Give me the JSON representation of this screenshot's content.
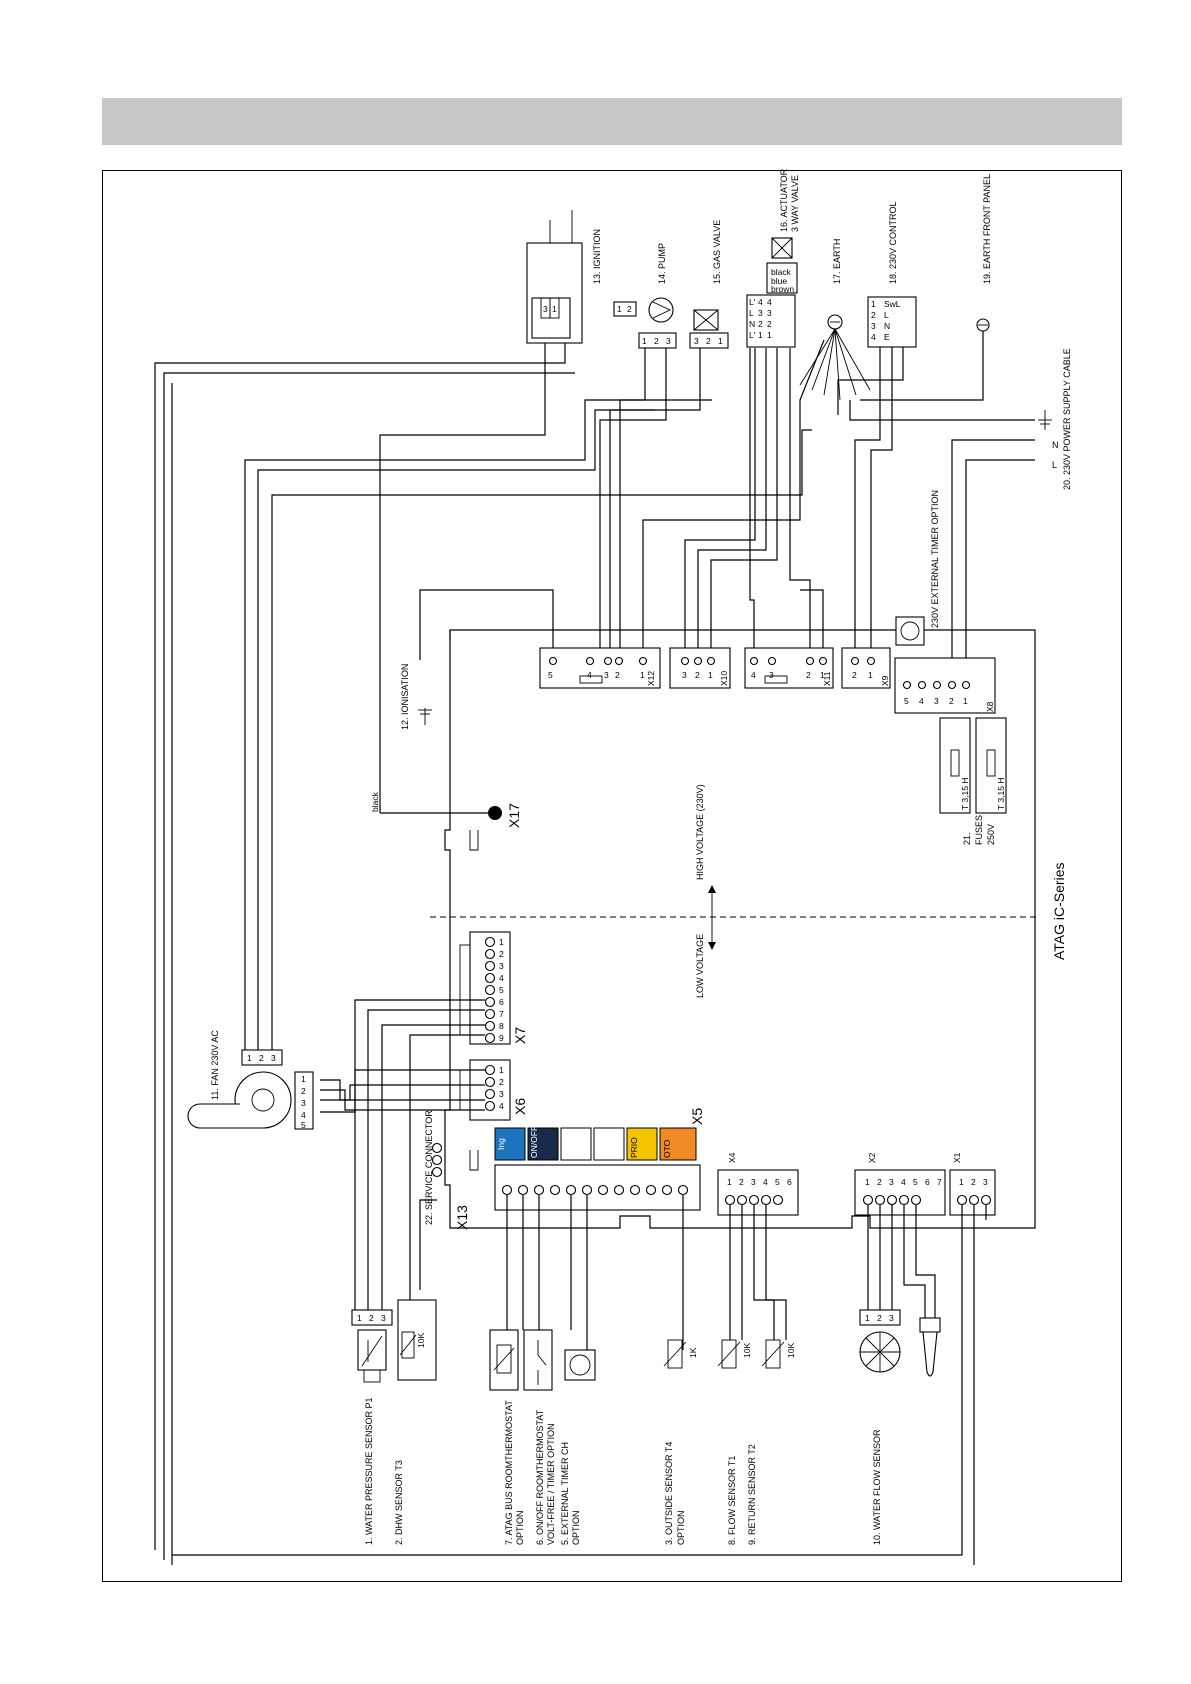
{
  "diagram": {
    "title": "ATAG iC-Series",
    "zones": {
      "low": "LOW VOLTAGE",
      "high": "HIGH VOLTAGE (230V)"
    },
    "components": {
      "c1": "1. WATER PRESSURE SENSOR P1",
      "c2": "2. DHW SENSOR T3",
      "c7": "7. ATAG BUS ROOMTHERMOSTAT",
      "c7b": "OPTION",
      "c6": "6. ON/OFF ROOMTHERMOSTAT",
      "c6b": "VOLT-FREE / TIMER OPTION",
      "c5": "5. EXTERNAL TIMER CH",
      "c5b": "OPTION",
      "c3": "3. OUTSIDE SENSOR T4",
      "c3b": "OPTION",
      "c8": "8. FLOW SENSOR T1",
      "c9": "9. RETURN SENSOR T2",
      "c10": "10. WATER FLOW SENSOR",
      "c11": "11. FAN 230V AC",
      "c12": "12. IONISATION",
      "c13": "13. IGNITION",
      "c14": "14. PUMP",
      "c15": "15. GAS VALVE",
      "c16": "16. ACTUATOR",
      "c16b": "3 WAY VALVE",
      "c17": "17. EARTH",
      "c18": "18. 230V CONTROL",
      "c19": "19. EARTH FRONT PANEL",
      "c20": "20. 230V POWER SUPPLY CABLE",
      "c21": "21.",
      "c21b": "FUSES",
      "c21c": "250V",
      "c22": "22. SERVICE CONNECTOR",
      "timer": "230V EXTERNAL TIMER OPTION"
    },
    "connectors": {
      "x1": "X1",
      "x2": "X2",
      "x4": "X4",
      "x5": "X5",
      "x6": "X6",
      "x7": "X7",
      "x8": "X8",
      "x9": "X9",
      "x10": "X10",
      "x11": "X11",
      "x12": "X12",
      "x13": "X13",
      "x17": "X17"
    },
    "wire_labels": {
      "black": "black",
      "blue": "blue",
      "brown": "brown"
    },
    "fuse": {
      "f1": "T 3,15 H",
      "f2": "T 3,15 H"
    },
    "resistors": {
      "r10k": "10K",
      "r1k": "1K"
    },
    "power": {
      "l": "L",
      "n": "N"
    },
    "pins": {
      "p1": "1",
      "p2": "2",
      "p3": "3",
      "p4": "4",
      "p5": "5",
      "p6": "6",
      "p7": "7",
      "p8": "8",
      "p9": "9",
      "swl": "SwL",
      "lp": "L'",
      "n": "N",
      "l": "L",
      "e": "E"
    },
    "x5_badges": {
      "b1": "Ing",
      "b2": "ON/OFF",
      "b3": "",
      "b4": "",
      "b5": "PRIO",
      "b6": "OTO"
    }
  }
}
